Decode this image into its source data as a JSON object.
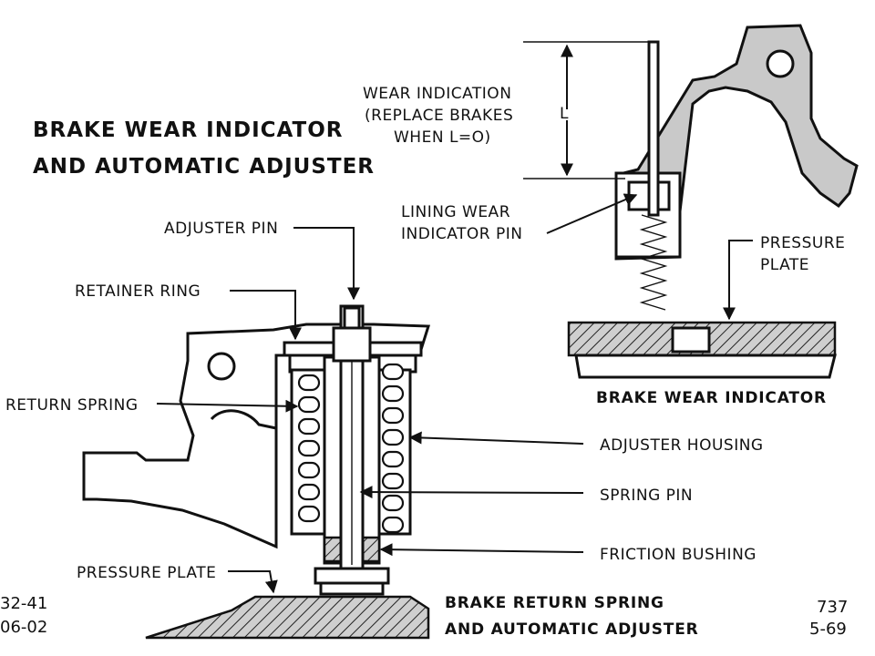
{
  "title": {
    "line1": "BRAKE WEAR INDICATOR",
    "line2": "AND AUTOMATIC ADJUSTER"
  },
  "labels": {
    "adjuster_pin": "ADJUSTER PIN",
    "retainer_ring": "RETAINER RING",
    "return_spring": "RETURN SPRING",
    "pressure_plate_left": "PRESSURE PLATE",
    "adjuster_housing": "ADJUSTER HOUSING",
    "spring_pin": "SPRING PIN",
    "friction_bushing": "FRICTION BUSHING",
    "wear_indication_1": "WEAR INDICATION",
    "wear_indication_2": "(REPLACE BRAKES",
    "wear_indication_3": "WHEN L=O)",
    "dimension_L": "L",
    "lining_wear_1": "LINING WEAR",
    "lining_wear_2": "INDICATOR PIN",
    "pressure_plate_right_1": "PRESSURE",
    "pressure_plate_right_2": "PLATE"
  },
  "captions": {
    "wear_indicator": "BRAKE WEAR INDICATOR",
    "return_spring_1": "BRAKE RETURN SPRING",
    "return_spring_2": "AND AUTOMATIC ADJUSTER"
  },
  "refs": {
    "left_1": "32-41",
    "left_2": "06-02",
    "right_1": "737",
    "right_2": "5-69"
  }
}
